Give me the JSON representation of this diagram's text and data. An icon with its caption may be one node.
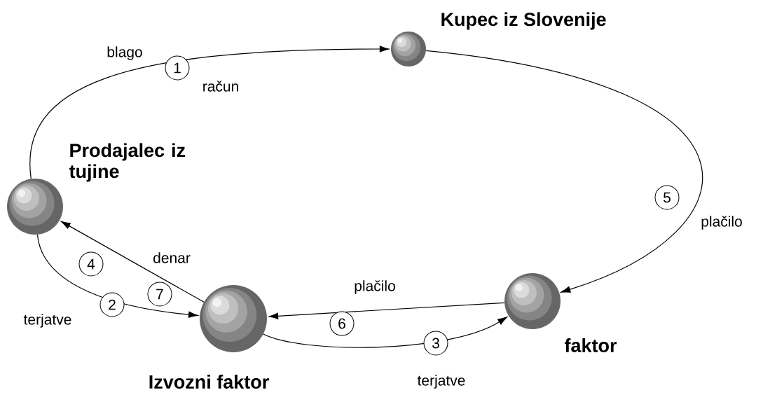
{
  "diagram": {
    "nodes": [
      {
        "text": [
          "Kupec iz Slovenije"
        ]
      },
      {
        "text": [
          "Prodajalec iz tujine"
        ]
      },
      {
        "text": [
          "Izvozni faktor"
        ]
      },
      {
        "text": [
          "faktor"
        ]
      }
    ],
    "edges": [
      {
        "from": 1,
        "to": 0,
        "arrow": "to",
        "label": "1"
      },
      {
        "from": 0,
        "to": 3,
        "arrow": "to",
        "label": "5"
      },
      {
        "from": 1,
        "to": 2,
        "arrow": "to",
        "label": "2"
      },
      {
        "from": 2,
        "to": 3,
        "arrow": "to",
        "label": "3"
      },
      {
        "from": 3,
        "to": 2,
        "arrow": "to",
        "label": "6"
      },
      {
        "from": 2,
        "to": 1,
        "arrow": "to",
        "label": "4"
      }
    ],
    "labels": [
      "blago",
      "račun",
      "plačilo",
      "denar",
      "plačilo",
      "7",
      "terjatve",
      "terjatve"
    ]
  }
}
